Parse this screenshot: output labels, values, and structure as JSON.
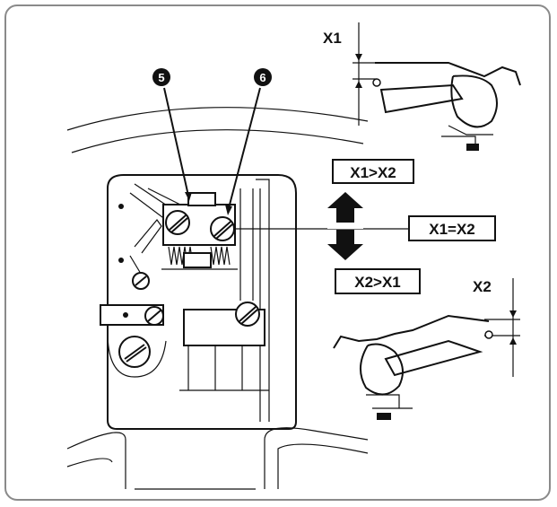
{
  "callouts": {
    "screw_5": "5",
    "screw_6": "6"
  },
  "labels": {
    "x1": "X1",
    "x2": "X2",
    "x1_gt_x2": "X1>X2",
    "x1_eq_x2": "X1=X2",
    "x2_gt_x1": "X2>X1"
  },
  "colors": {
    "ink": "#111111",
    "frame": "#8a8a8a",
    "background": "#ffffff"
  }
}
